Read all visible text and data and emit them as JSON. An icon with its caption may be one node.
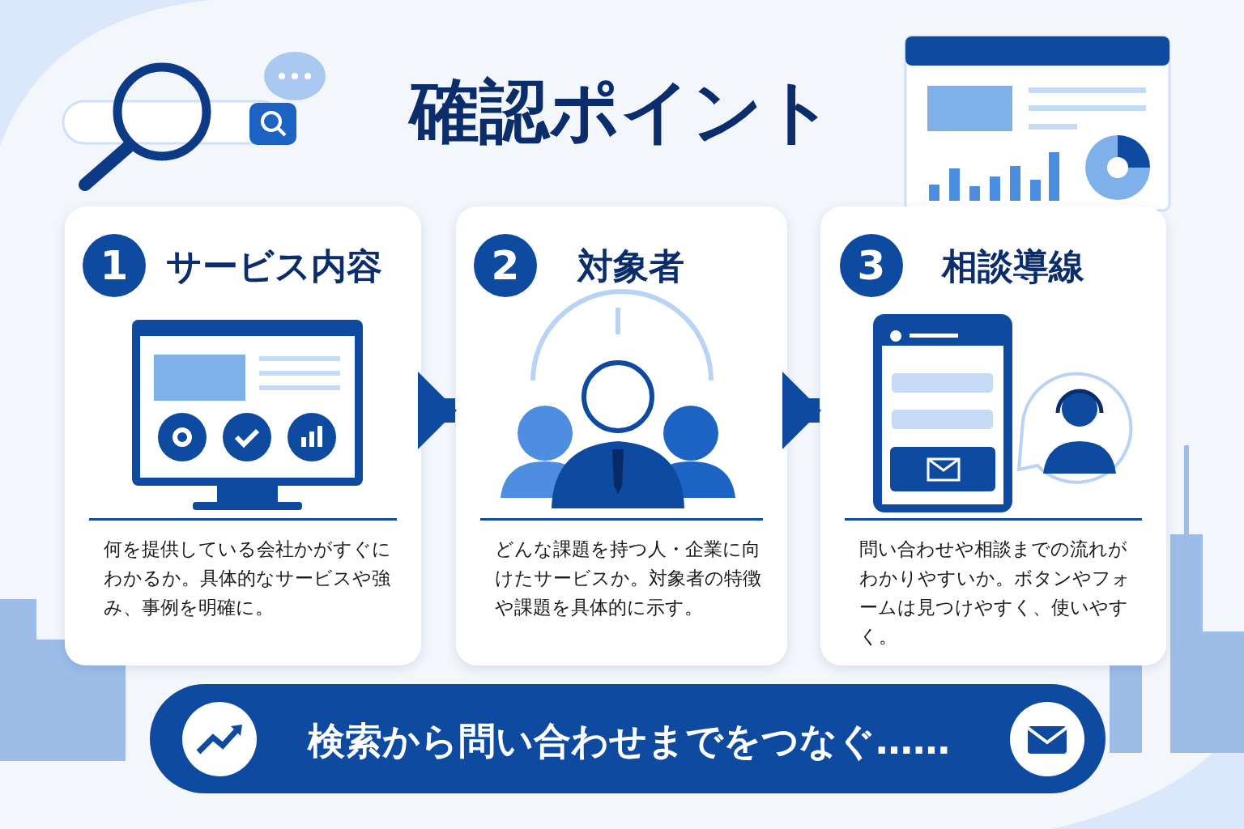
{
  "diagram": {
    "title": "確認ポイント",
    "nodes": [
      {
        "text": [
          "サービス内容",
          "何を提供している会社かがすぐにわかるか。具体的なサービスや強み、事例を明確に。"
        ]
      },
      {
        "text": [
          "1"
        ],
        "in": 0
      },
      {
        "text": [
          "対象者",
          "どんな課題を持つ人・企業に向けたサービスか。対象者の特徴や課題を具体的に示す。"
        ]
      },
      {
        "text": [
          "2"
        ],
        "in": 2
      },
      {
        "text": [
          "相談導線",
          "問い合わせや相談までの流れがわかりやすいか。ボタンやフォームは見つけやすく、使いやすく。"
        ]
      },
      {
        "text": [
          "3"
        ],
        "in": 4
      },
      {
        "text": [
          "検索から問い合わせまでをつなぐ……"
        ]
      }
    ],
    "edges": [
      {
        "from": 0,
        "to": 2,
        "arrow": "to"
      },
      {
        "from": 2,
        "to": 4,
        "arrow": "to"
      }
    ]
  }
}
